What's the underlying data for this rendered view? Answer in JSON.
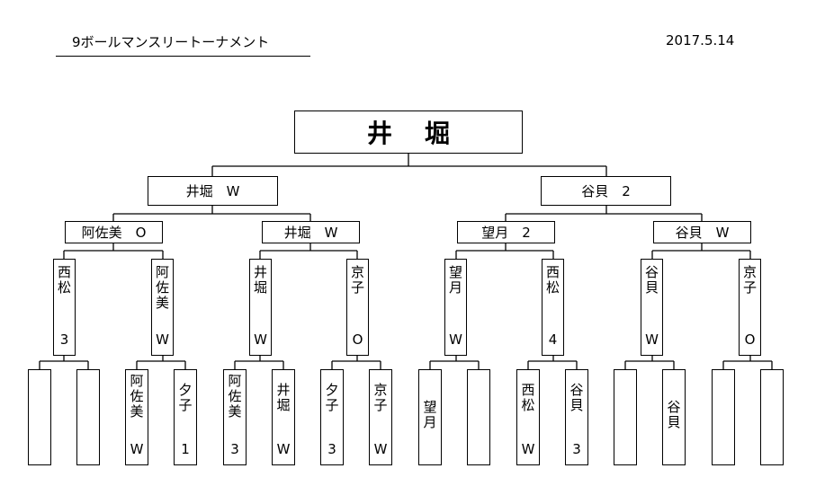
{
  "title": "9ボールマンスリートーナメント",
  "date": "2017.5.14",
  "champion": "井堀",
  "semis": [
    {
      "label": "井堀　W"
    },
    {
      "label": "谷貝　2"
    }
  ],
  "quarters": [
    {
      "label": "阿佐美　O"
    },
    {
      "label": "井堀　W"
    },
    {
      "label": "望月　2"
    },
    {
      "label": "谷貝　W"
    }
  ],
  "round2": [
    {
      "name": "西\n松",
      "result": "3"
    },
    {
      "name": "阿\n佐\n美",
      "result": "W"
    },
    {
      "name": "井\n堀",
      "result": "W"
    },
    {
      "name": "京\n子",
      "result": "O"
    },
    {
      "name": "望\n月",
      "result": "W"
    },
    {
      "name": "西\n松",
      "result": "4"
    },
    {
      "name": "谷\n貝",
      "result": "W"
    },
    {
      "name": "京\n子",
      "result": "O"
    }
  ],
  "round1": [
    {
      "name": "",
      "result": ""
    },
    {
      "name": "",
      "result": ""
    },
    {
      "name": "阿\n佐\n美",
      "result": "W"
    },
    {
      "name": "夕\n子",
      "result": "1"
    },
    {
      "name": "阿\n佐\n美",
      "result": "3"
    },
    {
      "name": "井\n堀",
      "result": "W"
    },
    {
      "name": "夕\n子",
      "result": "3"
    },
    {
      "name": "京\n子",
      "result": "W"
    },
    {
      "name": "望\n月",
      "result": ""
    },
    {
      "name": "",
      "result": ""
    },
    {
      "name": "西\n松",
      "result": "W"
    },
    {
      "name": "谷\n貝",
      "result": "3"
    },
    {
      "name": "",
      "result": ""
    },
    {
      "name": "谷\n貝",
      "result": ""
    },
    {
      "name": "",
      "result": ""
    },
    {
      "name": "",
      "result": ""
    }
  ]
}
